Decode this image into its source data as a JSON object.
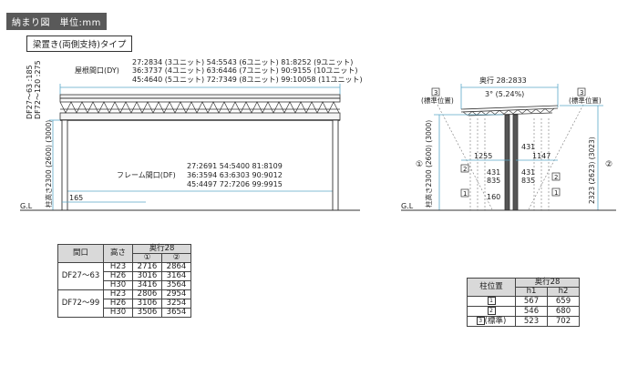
{
  "header": {
    "title": "納まり図　単位:mm",
    "subtitle": "梁置き(両側支持)タイプ"
  },
  "front_view": {
    "df_labels": [
      "DF27～63 :185",
      "DF72～120 :275"
    ],
    "roof_label": "屋根間口(DY)",
    "roof_lines": [
      "27:2834 (3ユニット) 54:5543 (6ユニット) 81:8252 (9ユニット)",
      "36:3737 (4ユニット) 63:6446 (7ユニット) 90:9155 (10ユニット)",
      "45:4640 (5ユニット) 72:7349 (8ユニット) 99:10058 (11ユニット)"
    ],
    "frame_label": "フレーム間口(DF)",
    "frame_lines": [
      "27:2691 54:5400 81:8109",
      "36:3594 63:6303 90:9012",
      "45:4497 72:7206 99:9915"
    ],
    "height_label": "柱高さ2300 (2600) (3000)",
    "dim_165": "165",
    "gl": "G.L"
  },
  "side_view": {
    "depth": "奥行 28:2833",
    "slope": "3° (5.24%)",
    "std_pos": "(標準位置)",
    "sym3": "3",
    "sym2": "2",
    "sym1": "1",
    "dims": [
      "431",
      "1255",
      "1147",
      "431",
      "835",
      "431",
      "835",
      "160"
    ],
    "height_left": "柱高さ2300 (2600) (3000)",
    "height_right": "2323 (2623) (3023)",
    "circ1": "①",
    "circ2": "②",
    "gl": "G.L"
  },
  "table1": {
    "h_opening": "間口",
    "h_height": "高さ",
    "h_depth": "奥行28",
    "h_c1": "①",
    "h_c2": "②",
    "groups": [
      {
        "name": "DF27～63",
        "rows": [
          [
            "H23",
            "2716",
            "2864"
          ],
          [
            "H26",
            "3016",
            "3164"
          ],
          [
            "H30",
            "3416",
            "3564"
          ]
        ]
      },
      {
        "name": "DF72～99",
        "rows": [
          [
            "H23",
            "2806",
            "2954"
          ],
          [
            "H26",
            "3106",
            "3254"
          ],
          [
            "H30",
            "3506",
            "3654"
          ]
        ]
      }
    ]
  },
  "table2": {
    "h_pos": "柱位置",
    "h_depth": "奥行28",
    "h_h1": "h1",
    "h_h2": "h2",
    "rows": [
      {
        "sym": "1",
        "label": "",
        "h1": "567",
        "h2": "659"
      },
      {
        "sym": "2",
        "label": "",
        "h1": "546",
        "h2": "680"
      },
      {
        "sym": "3",
        "label": "(標準)",
        "h1": "523",
        "h2": "702"
      }
    ]
  }
}
